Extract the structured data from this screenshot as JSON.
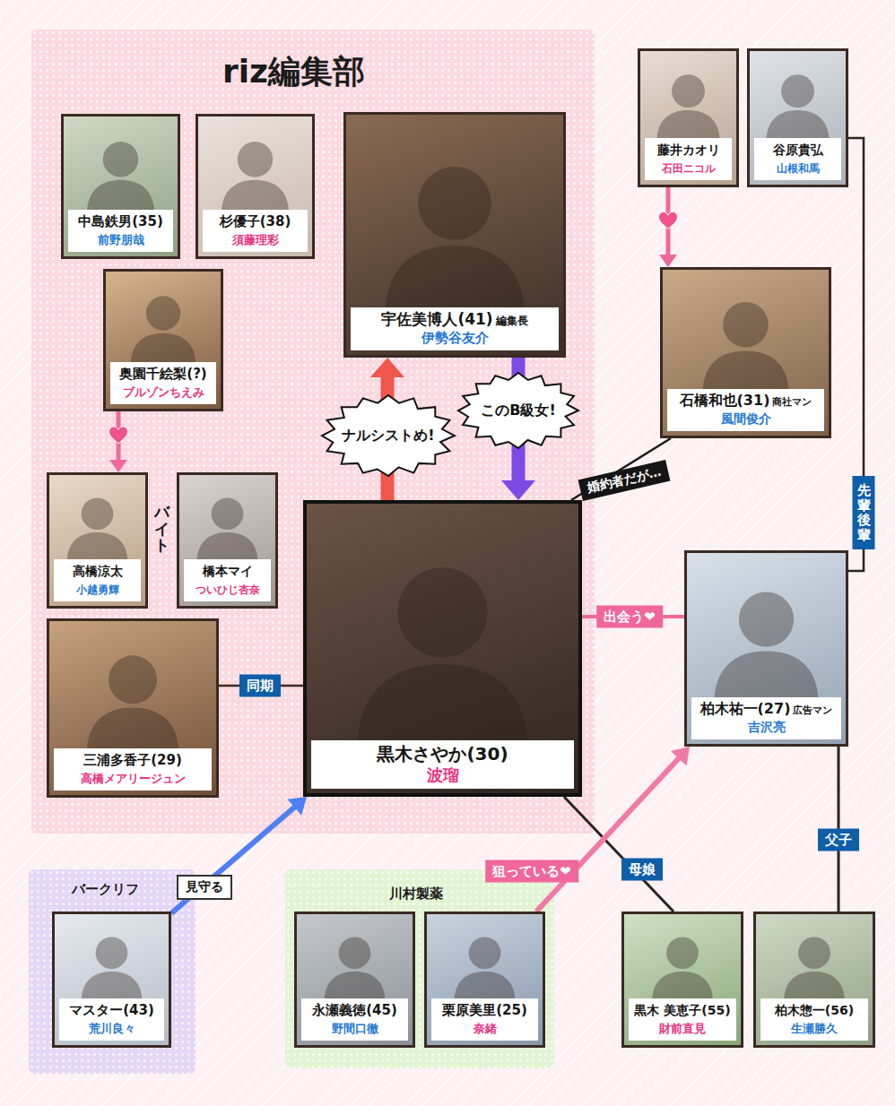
{
  "diagram": {
    "nodes": [
      {
        "text": [
          "riz編集部"
        ]
      },
      {
        "text": [
          "中島鉄男(35)",
          "前野朋哉"
        ],
        "in": 0
      },
      {
        "text": [
          "杉優子(38)",
          "須藤理彩"
        ],
        "in": 0
      },
      {
        "text": [
          "宇佐美博人(41)",
          "編集長",
          "伊勢谷友介"
        ],
        "in": 0
      },
      {
        "text": [
          "奥園千絵梨(?)",
          "ブルゾンちえみ"
        ],
        "in": 0
      },
      {
        "text": [
          "高橋涼太",
          "小越勇輝"
        ],
        "in": 0
      },
      {
        "text": [
          "橋本マイ",
          "ついひじ杏奈"
        ],
        "in": 0
      },
      {
        "text": [
          "三浦多香子(29)",
          "高橋メアリージュン"
        ],
        "in": 0
      },
      {
        "text": [
          "黒木さやか(30)",
          "波瑠"
        ],
        "in": 0
      },
      {
        "text": [
          "藤井カオリ",
          "石田ニコル"
        ]
      },
      {
        "text": [
          "谷原貴弘",
          "山根和馬"
        ]
      },
      {
        "text": [
          "石橋和也(31)",
          "商社マン",
          "風間俊介"
        ]
      },
      {
        "text": [
          "柏木祐一(27)",
          "広告マン",
          "吉沢亮"
        ]
      },
      {
        "text": [
          "バークリフ"
        ]
      },
      {
        "text": [
          "マスター(43)",
          "荒川良々"
        ],
        "in": 13
      },
      {
        "text": [
          "川村製薬"
        ]
      },
      {
        "text": [
          "永瀬義徳(45)",
          "野間口徹"
        ],
        "in": 15
      },
      {
        "text": [
          "栗原美里(25)",
          "奈緒"
        ],
        "in": 15
      },
      {
        "text": [
          "黒木 美恵子(55)",
          "財前直見"
        ]
      },
      {
        "text": [
          "柏木惣一(56)",
          "生瀬勝久"
        ]
      }
    ],
    "edges": [
      {
        "from": 4,
        "to": 5,
        "arrow": "to"
      },
      {
        "from": 8,
        "to": 3,
        "label": "ナルシストめ!",
        "arrow": "to"
      },
      {
        "from": 3,
        "to": 8,
        "label": "このB級女!",
        "arrow": "to"
      },
      {
        "from": 7,
        "to": 8,
        "label": "同期",
        "arrow": "none"
      },
      {
        "from": 9,
        "to": 11,
        "arrow": "to"
      },
      {
        "from": 8,
        "to": 11,
        "label": "婚約者だが…",
        "arrow": "none"
      },
      {
        "from": 8,
        "to": 12,
        "label": "出会う❤",
        "arrow": "none"
      },
      {
        "from": 10,
        "to": 12,
        "label": "先輩後輩",
        "arrow": "none"
      },
      {
        "from": 8,
        "to": 18,
        "label": "母娘",
        "arrow": "none"
      },
      {
        "from": 12,
        "to": 19,
        "label": "父子",
        "arrow": "none"
      },
      {
        "from": 14,
        "to": 8,
        "label": "見守る",
        "arrow": "to"
      },
      {
        "from": 17,
        "to": 12,
        "label": "狙っている❤",
        "arrow": "to"
      }
    ],
    "labels": [
      "バイト"
    ]
  }
}
